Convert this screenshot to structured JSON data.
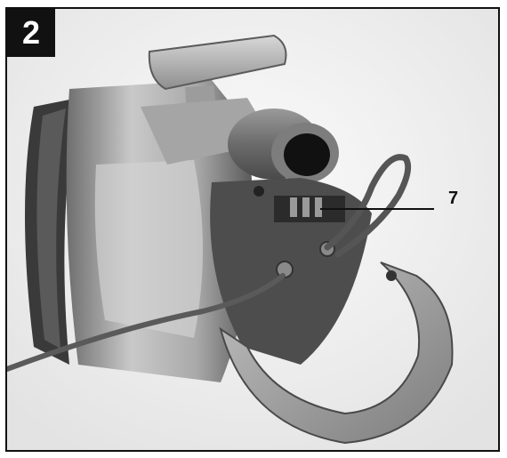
{
  "figure": {
    "number": "2",
    "callouts": [
      {
        "label": "7"
      }
    ]
  },
  "colors": {
    "frame": "#111111",
    "background": "#f4f4f4",
    "badge_bg": "#111111",
    "badge_fg": "#ffffff"
  },
  "photo": {
    "subject": "pump-photo"
  }
}
